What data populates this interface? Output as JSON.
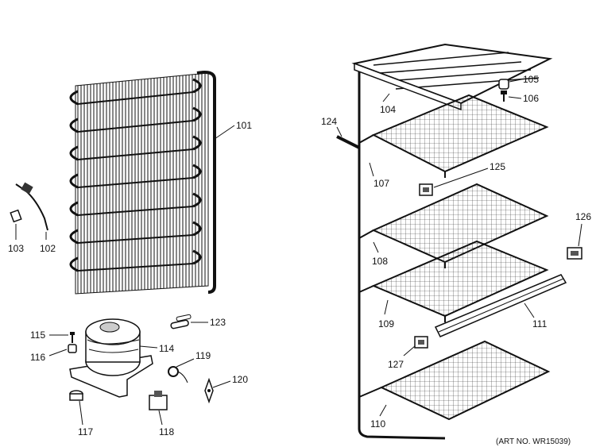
{
  "labels": {
    "p101": "101",
    "p102": "102",
    "p103": "103",
    "p104": "104",
    "p105": "105",
    "p106": "106",
    "p107": "107",
    "p108": "108",
    "p109": "109",
    "p110": "110",
    "p111": "111",
    "p115": "115",
    "p116": "116",
    "p117": "117",
    "p118": "118",
    "p114": "114",
    "p119": "119",
    "p120": "120",
    "p123": "123",
    "p124": "124",
    "p125": "125",
    "p126": "126",
    "p127": "127"
  },
  "art_number": "(ART NO. WR15039)"
}
